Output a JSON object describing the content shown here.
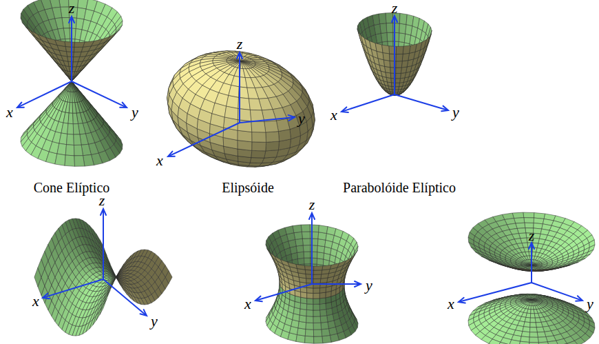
{
  "diagram": {
    "labels": [
      "z",
      "x",
      "y",
      "z",
      "x",
      "y",
      "z",
      "x",
      "y",
      "Cone Elíptico",
      "Elipsóide",
      "Parabolóide Elíptico",
      "z",
      "x",
      "y",
      "z",
      "x",
      "y",
      "z",
      "x",
      "y"
    ]
  }
}
